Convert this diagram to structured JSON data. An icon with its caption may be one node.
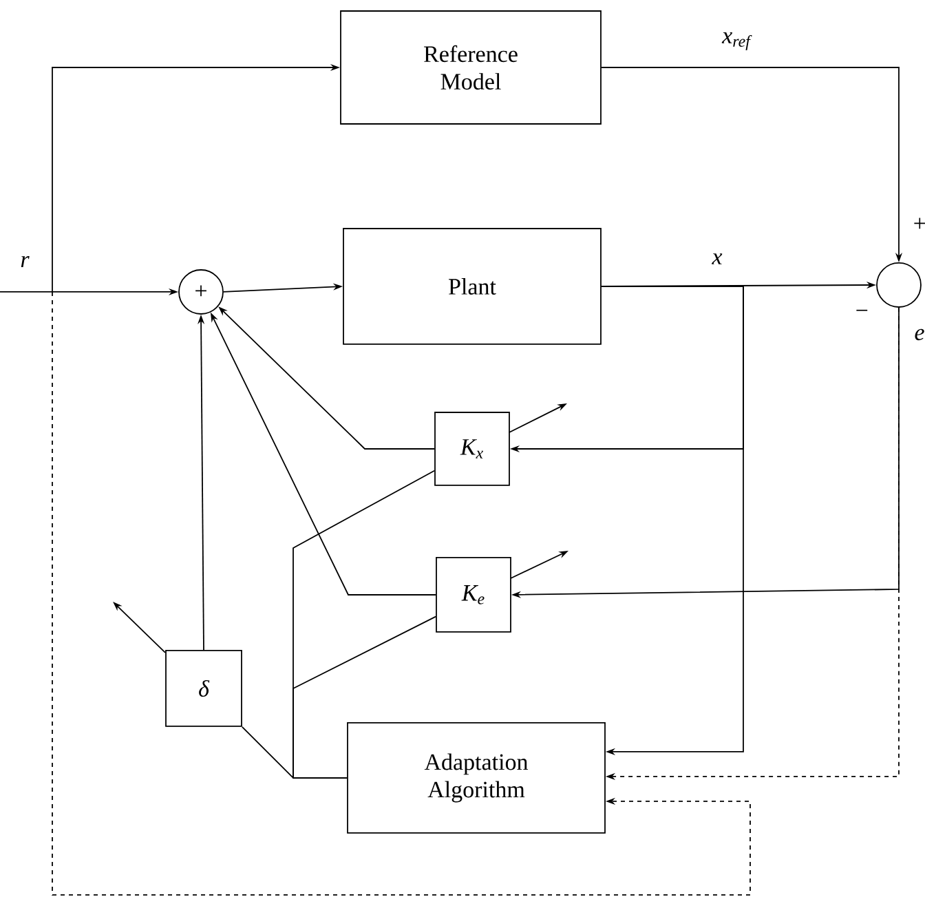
{
  "diagram": {
    "nodes": [
      {
        "text": [
          "Reference Model"
        ]
      },
      {
        "text": [
          "+"
        ]
      },
      {
        "text": [
          "Plant"
        ]
      },
      {
        "text": [],
        "shape": "circle",
        "beside": [
          "+",
          "−",
          "e"
        ]
      },
      {
        "text": [
          "K$_{x}$"
        ]
      },
      {
        "text": [
          "K$_{e}$"
        ]
      },
      {
        "text": [
          "δ"
        ]
      },
      {
        "text": [
          "Adaptation Algorithm"
        ]
      }
    ],
    "edges": [
      {
        "from": null,
        "to": 1,
        "arrow": "to",
        "label": "r"
      },
      {
        "from": null,
        "to": 0,
        "arrow": "to"
      },
      {
        "from": null,
        "to": 7,
        "arrow": "to",
        "style": "dashed"
      },
      {
        "from": 0,
        "to": 3,
        "arrow": "to",
        "label": "x$_{ref}$"
      },
      {
        "from": 1,
        "to": 2,
        "arrow": "to"
      },
      {
        "from": 2,
        "to": 3,
        "arrow": "to",
        "label": "x"
      },
      {
        "from": 2,
        "to": 4,
        "arrow": "to"
      },
      {
        "from": 2,
        "to": 7,
        "arrow": "to"
      },
      {
        "from": 3,
        "to": 5,
        "arrow": "to"
      },
      {
        "from": 3,
        "to": 7,
        "arrow": "to",
        "style": "dashed"
      },
      {
        "from": 4,
        "to": 1,
        "arrow": "to"
      },
      {
        "from": 5,
        "to": 1,
        "arrow": "to"
      },
      {
        "from": 6,
        "to": 1,
        "arrow": "to"
      },
      {
        "from": 7,
        "to": 4,
        "arrow": "none"
      },
      {
        "from": 7,
        "to": 5,
        "arrow": "none"
      },
      {
        "from": 7,
        "to": 6,
        "arrow": "none"
      }
    ]
  }
}
